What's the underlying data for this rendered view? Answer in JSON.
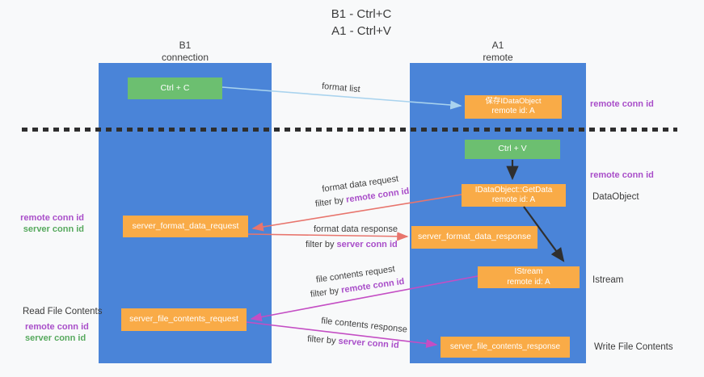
{
  "title": {
    "line1": "B1 - Ctrl+C",
    "line2": "A1 - Ctrl+V"
  },
  "columns": {
    "left": {
      "name": "B1",
      "subtitle": "connection"
    },
    "right": {
      "name": "A1",
      "subtitle": "remote"
    }
  },
  "boxes": {
    "ctrl_c": "Ctrl + C",
    "ctrl_v": "Ctrl + V",
    "save_dataobject": {
      "line1": "保存IDataObject",
      "line2": "remote id: A"
    },
    "getdata": {
      "line1": "IDataObject::GetData",
      "line2": "remote id: A"
    },
    "istream": {
      "line1": "IStream",
      "line2": "remote id: A"
    },
    "server_format_data_request": "server_format_data_request",
    "server_format_data_response": "server_format_data_response",
    "server_file_contents_request": "server_file_contents_request",
    "server_file_contents_response": "server_file_contents_response"
  },
  "arrow_labels": {
    "format_list": "format list",
    "format_data_request": "format data request",
    "format_data_response": "format data response",
    "file_contents_request": "file contents request",
    "file_contents_response": "file contents response",
    "filter_by": "filter by",
    "remote_conn_id": "remote conn id",
    "server_conn_id": "server conn id"
  },
  "side_labels": {
    "right_remote_conn_id_top": "remote conn id",
    "right_remote_conn_id_mid": "remote conn id",
    "dataobject": "DataObject",
    "istream": "Istream",
    "write_file_contents": "Write File Contents",
    "left_remote_conn_id_top": "remote conn id",
    "left_server_conn_id_top": "server conn id",
    "read_file_contents": "Read File Contents",
    "left_remote_conn_id_bottom": "remote conn id",
    "left_server_conn_id_bottom": "server conn id"
  },
  "colors": {
    "column_blue": "#4a84d8",
    "box_orange": "#f9ab47",
    "box_green": "#6cbf70",
    "purple_label": "#a94ec9",
    "green_label": "#57a95e",
    "salmon_arrow": "#e8756d",
    "magenta_arrow": "#c44ec4",
    "light_blue_arrow": "#a9d3ee",
    "black_arrow": "#2f2f2f",
    "background": "#f8f9fa"
  }
}
